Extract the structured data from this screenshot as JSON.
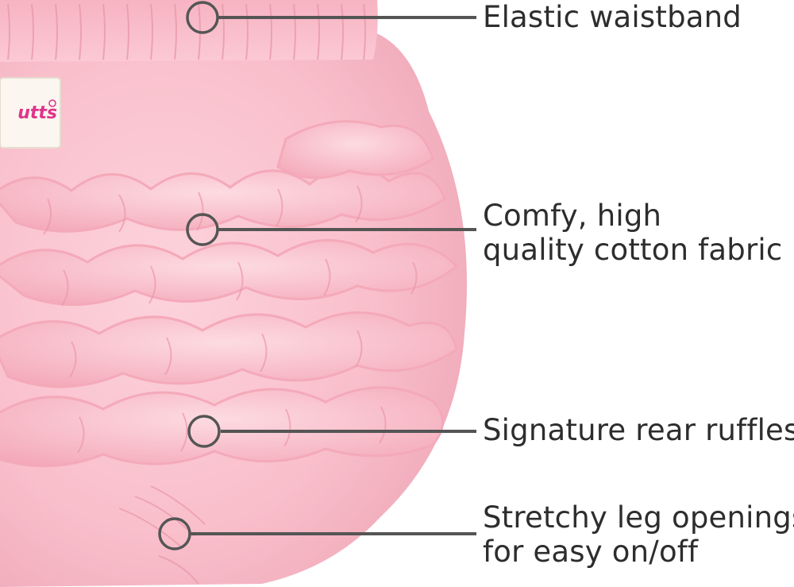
{
  "callouts": {
    "waistband": {
      "line1": "Elastic waistband"
    },
    "fabric": {
      "line1": "Comfy, high",
      "line2": "quality cotton fabric"
    },
    "ruffles": {
      "line1": "Signature rear ruffles"
    },
    "leg_openings": {
      "line1": "Stretchy leg openings",
      "line2": "for easy on/off"
    }
  },
  "brand_label": {
    "text": "utts"
  },
  "colors": {
    "fabric": "#f9bfcb",
    "fabric_light": "#fcd3dc",
    "fabric_shadow": "#e89aaa",
    "ruffle_edge": "#f4a9b9",
    "callout_line": "#555555",
    "label_bg": "#fbf6ef",
    "label_text": "#e0338a",
    "text": "#2d2d2d"
  },
  "icons": [
    "callout-circle-icon"
  ]
}
